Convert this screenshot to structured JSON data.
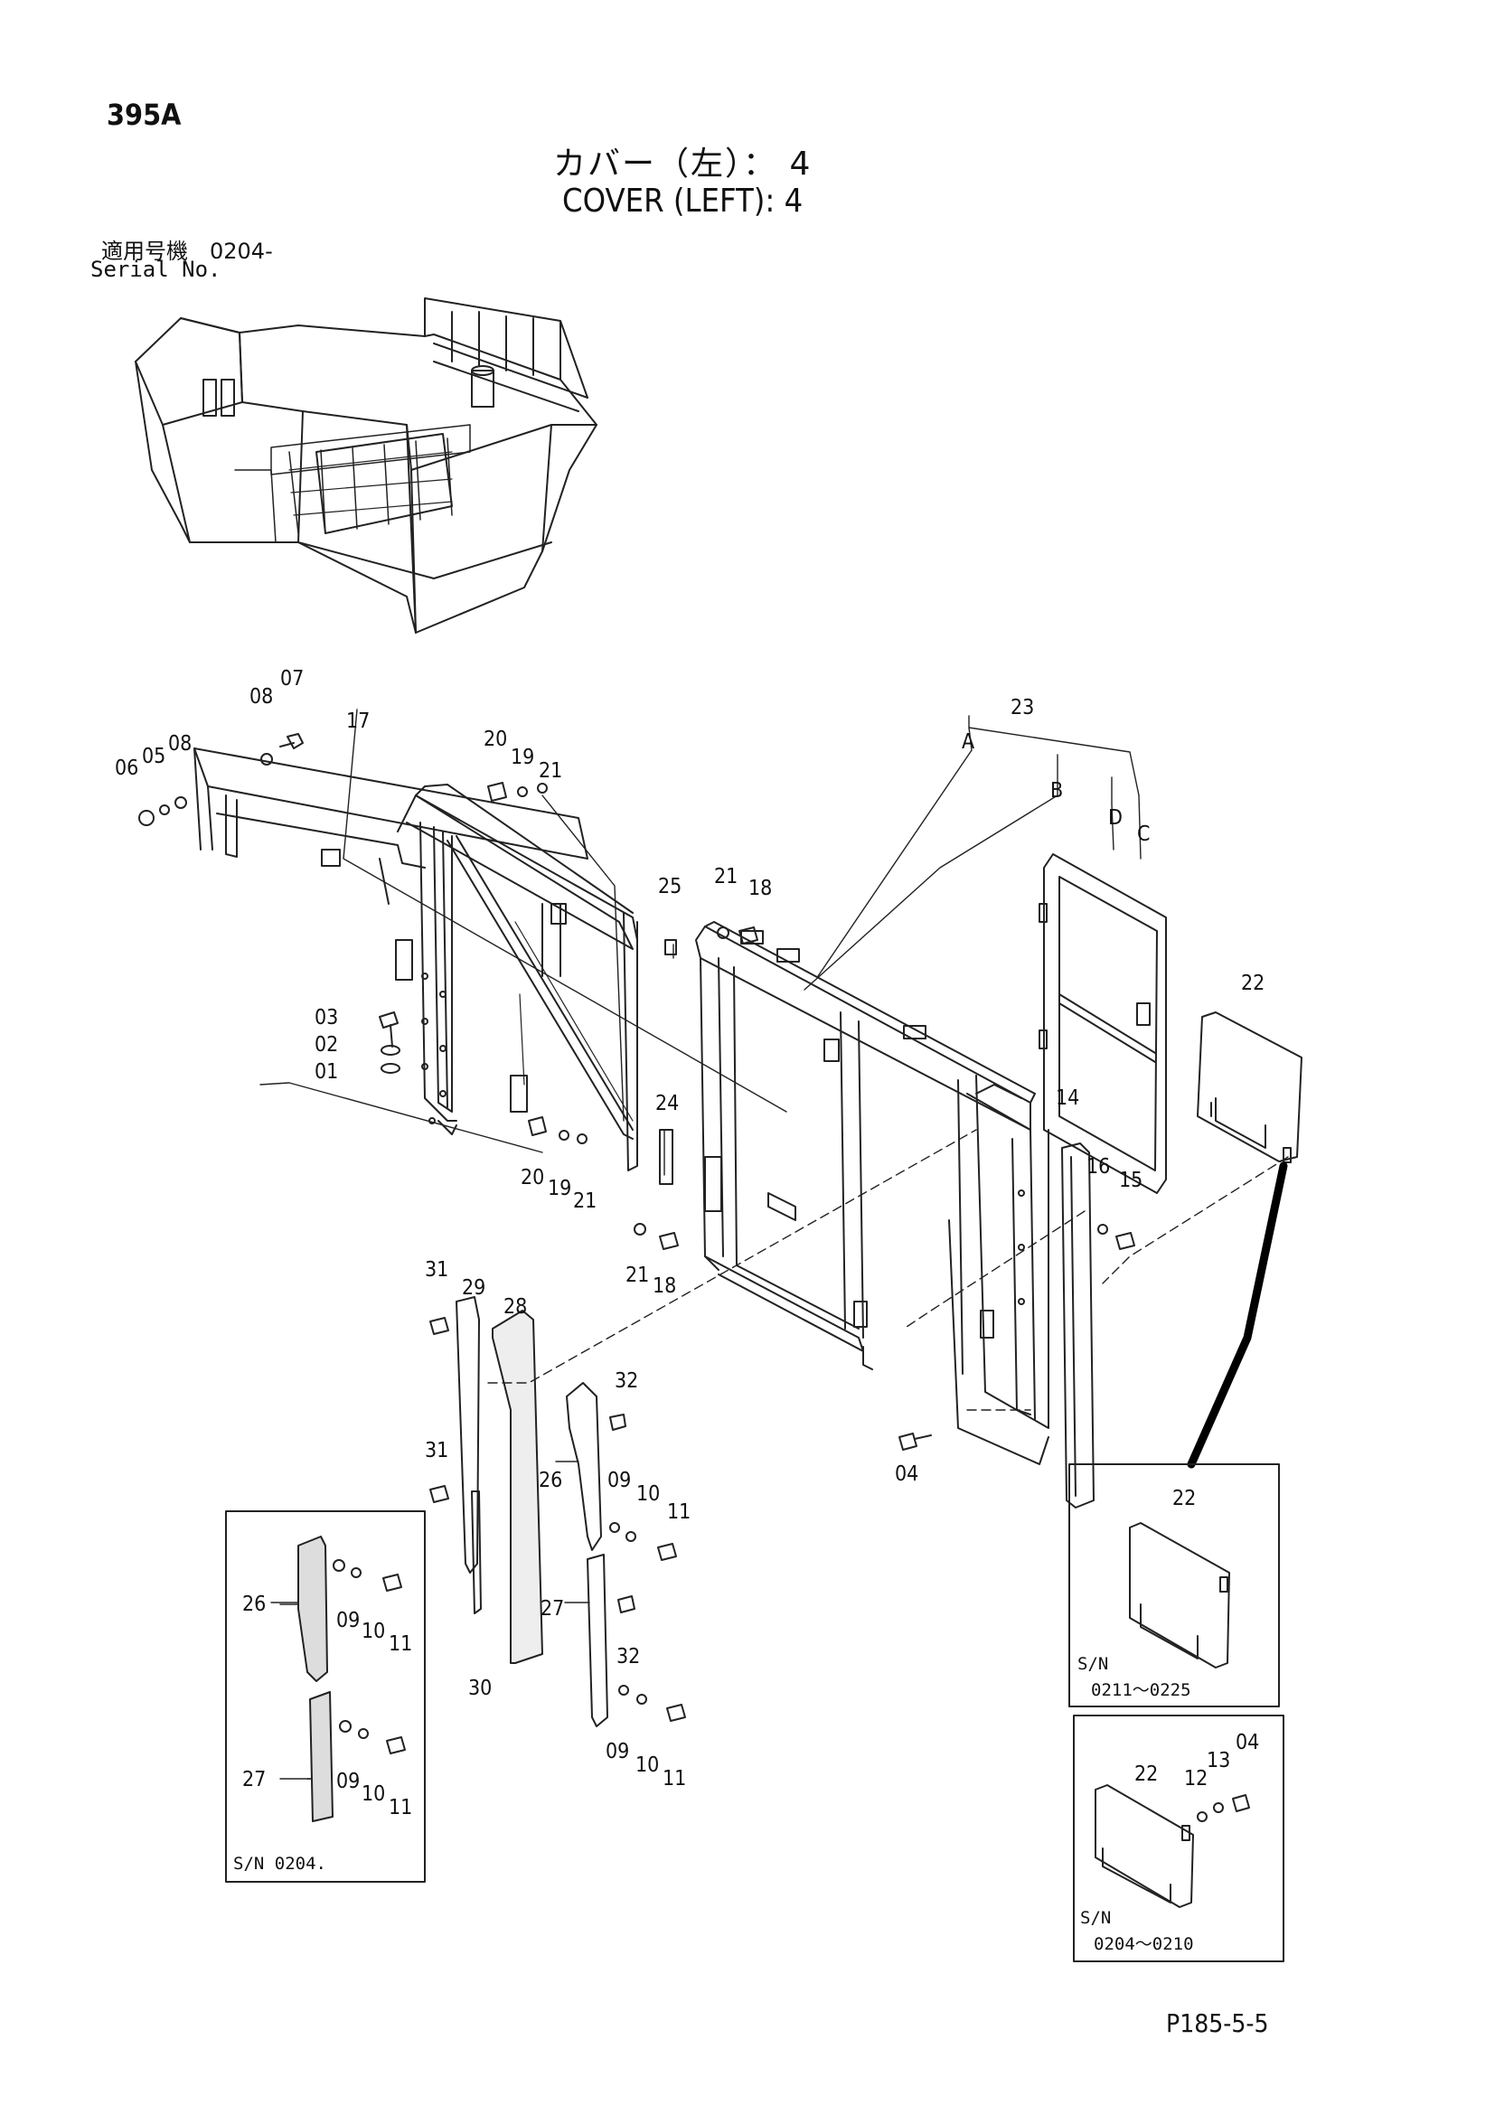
{
  "header": {
    "page_code": "395A",
    "title_jp": "カバー（左）： 4",
    "title_en": "COVER (LEFT): 4",
    "serial_label_jp": "適用号機　0204-",
    "serial_label_en": "Serial No."
  },
  "footer": {
    "page_ref": "P185-5-5"
  },
  "callouts": {
    "c01": "01",
    "c02": "02",
    "c03": "03",
    "c04": "04",
    "c05": "05",
    "c06": "06",
    "c07": "07",
    "c08": "08",
    "c09": "09",
    "c10": "10",
    "c11": "11",
    "c12": "12",
    "c13": "13",
    "c14": "14",
    "c15": "15",
    "c16": "16",
    "c17": "17",
    "c18": "18",
    "c19": "19",
    "c20": "20",
    "c21": "21",
    "c22": "22",
    "c23": "23",
    "c24": "24",
    "c25": "25",
    "c26": "26",
    "c27": "27",
    "c28": "28",
    "c29": "29",
    "c30": "30",
    "c31": "31",
    "c32": "32",
    "A": "A",
    "B": "B",
    "C": "C",
    "D": "D"
  },
  "insets": {
    "left_box": {
      "caption": "S/N 0204."
    },
    "right_top_box": {
      "sn": "S/N",
      "range": "0211～0225"
    },
    "right_bottom_box": {
      "sn": "S/N",
      "range": "0204～0210"
    }
  }
}
